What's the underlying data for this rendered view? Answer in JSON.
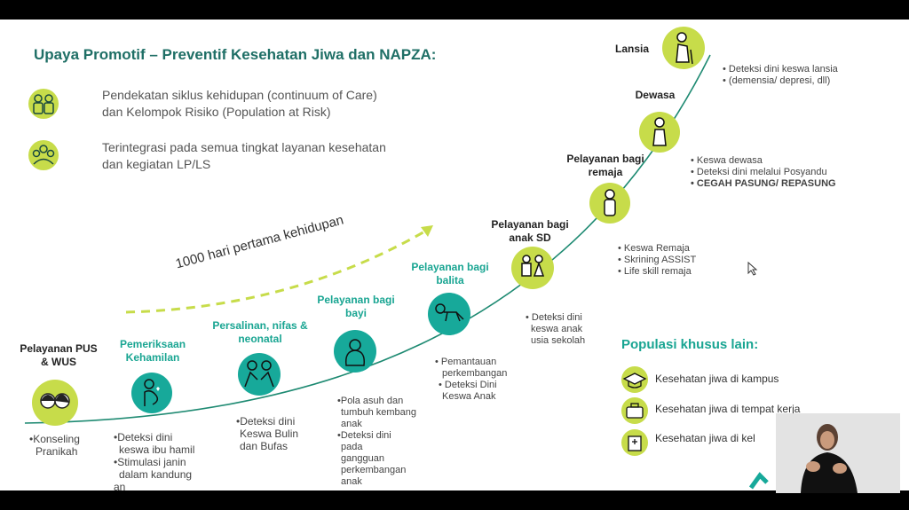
{
  "slide": {
    "title": "Upaya Promotif – Preventif Kesehatan Jiwa dan NAPZA:",
    "intro": [
      {
        "line1": "Pendekatan siklus kehidupan (continuum of Care)",
        "line2": "dan Kelompok Risiko (Population at Risk)",
        "icon": "family-icon"
      },
      {
        "line1": "Terintegrasi pada semua tingkat layanan kesehatan",
        "line2": "dan kegiatan LP/LS",
        "icon": "group-icon"
      }
    ],
    "arrow_label": "1000 hari pertama kehidupan",
    "stages": [
      {
        "label": "Pelayanan PUS & WUS",
        "bullets": [
          "•Konseling",
          "Pranikah"
        ]
      },
      {
        "label": "Pemeriksaan Kehamilan",
        "bullets": [
          "•Deteksi dini",
          "keswa ibu hamil",
          "•Stimulasi janin",
          "dalam kandung",
          "an"
        ]
      },
      {
        "label": "Persalinan, nifas & neonatal",
        "bullets": [
          "•Deteksi dini",
          "Keswa Bulin",
          "dan Bufas"
        ]
      },
      {
        "label": "Pelayanan bagi bayi",
        "bullets": [
          "•Pola asuh dan",
          "tumbuh kembang",
          "anak",
          "•Deteksi dini",
          "pada",
          "gangguan",
          "perkembangan",
          "anak"
        ]
      },
      {
        "label": "Pelayanan bagi balita",
        "bullets": [
          "• Pemantauan",
          "perkembangan",
          "• Deteksi Dini",
          "Keswa Anak"
        ]
      },
      {
        "label": "Pelayanan bagi anak SD",
        "bullets": [
          "• Deteksi dini",
          "keswa anak",
          "usia sekolah"
        ]
      },
      {
        "label": "Pelayanan bagi remaja",
        "bullets": [
          "• Keswa Remaja",
          "• Skrining ASSIST",
          "• Life skill remaja"
        ]
      },
      {
        "label": "Dewasa",
        "bullets": [
          "• Keswa dewasa",
          "• Deteksi dini melalui Posyandu",
          "• CEGAH PASUNG/ REPASUNG"
        ]
      },
      {
        "label": "Lansia",
        "bullets": [
          "• Deteksi dini keswa lansia",
          "• (demensia/ depresi, dll)"
        ]
      }
    ],
    "populasi": {
      "title": "Populasi khusus lain:",
      "items": [
        {
          "label": "Kesehatan jiwa di kampus",
          "icon": "graduation-cap-icon"
        },
        {
          "label": "Kesehatan jiwa di tempat kerja",
          "icon": "briefcase-icon"
        },
        {
          "label": "Kesehatan jiwa di kel",
          "icon": "hospital-icon"
        }
      ]
    }
  },
  "colors": {
    "teal": "#17a99a",
    "lime": "#c7dc4a",
    "title": "#1f6f66"
  },
  "cursor_icon": "mouse-pointer-icon",
  "overlay": {
    "video": "sign-language-interpreter-video"
  }
}
